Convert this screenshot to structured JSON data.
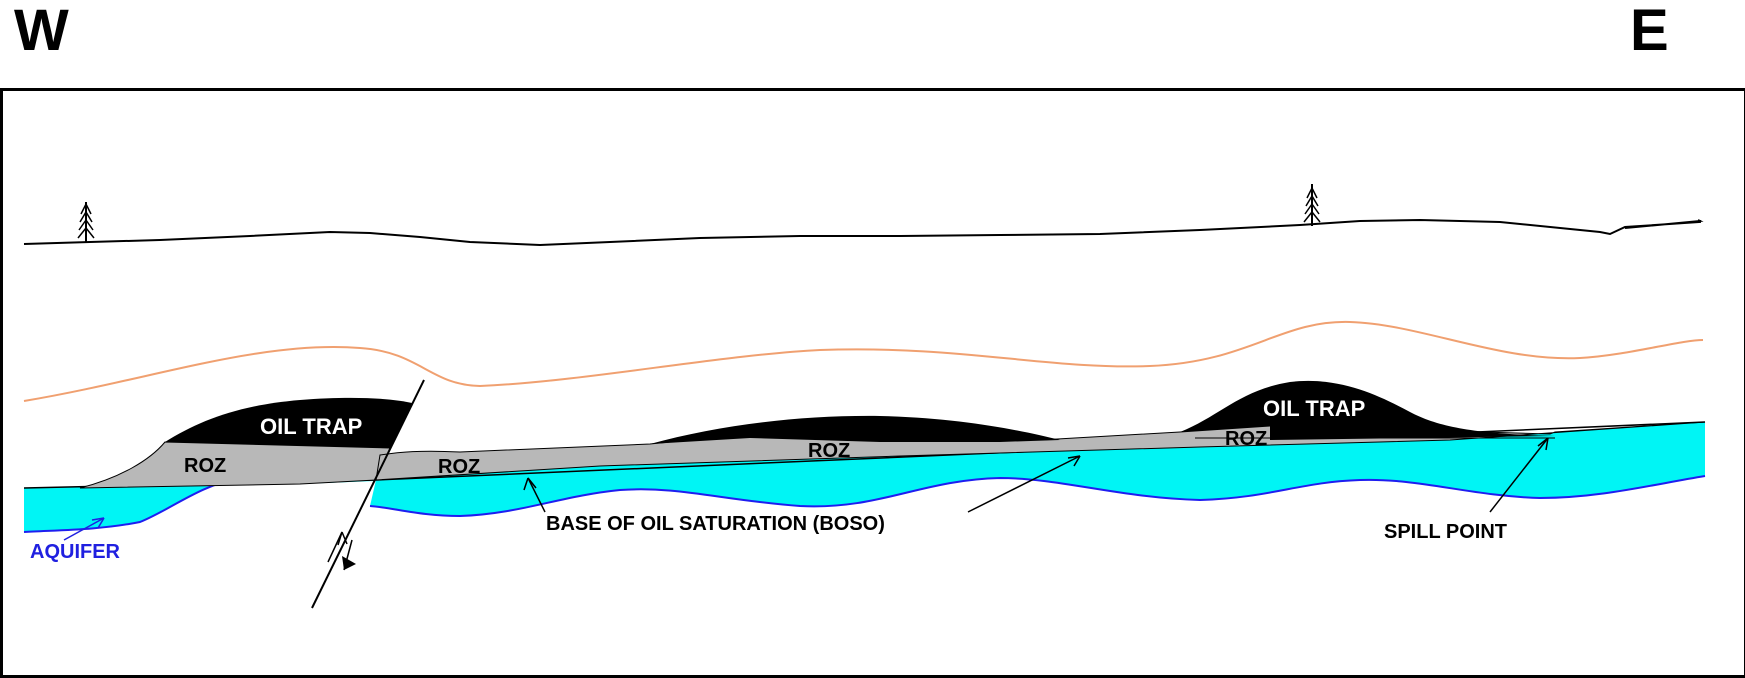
{
  "orientation": {
    "west": "W",
    "east": "E"
  },
  "labels": {
    "oil_trap_left": "OIL TRAP",
    "oil_trap_right": "OIL TRAP",
    "roz_1": "ROZ",
    "roz_2": "ROZ",
    "roz_3": "ROZ",
    "roz_4": "ROZ",
    "boso": "BASE OF OIL SATURATION (BOSO)",
    "spill_point": "SPILL POINT",
    "aquifer": "AQUIFER"
  },
  "colors": {
    "oil": "#000000",
    "roz": "#b8b8b8",
    "aquifer_fill": "#00f5f5",
    "aquifer_edge": "#1e1ef0",
    "aquifer_label": "#2020e0",
    "upper_horizon": "#f0a070",
    "surface": "#000000"
  },
  "icons": {
    "tree": "tree-icon",
    "fault_arrows": "fault-slip-arrows-icon"
  }
}
